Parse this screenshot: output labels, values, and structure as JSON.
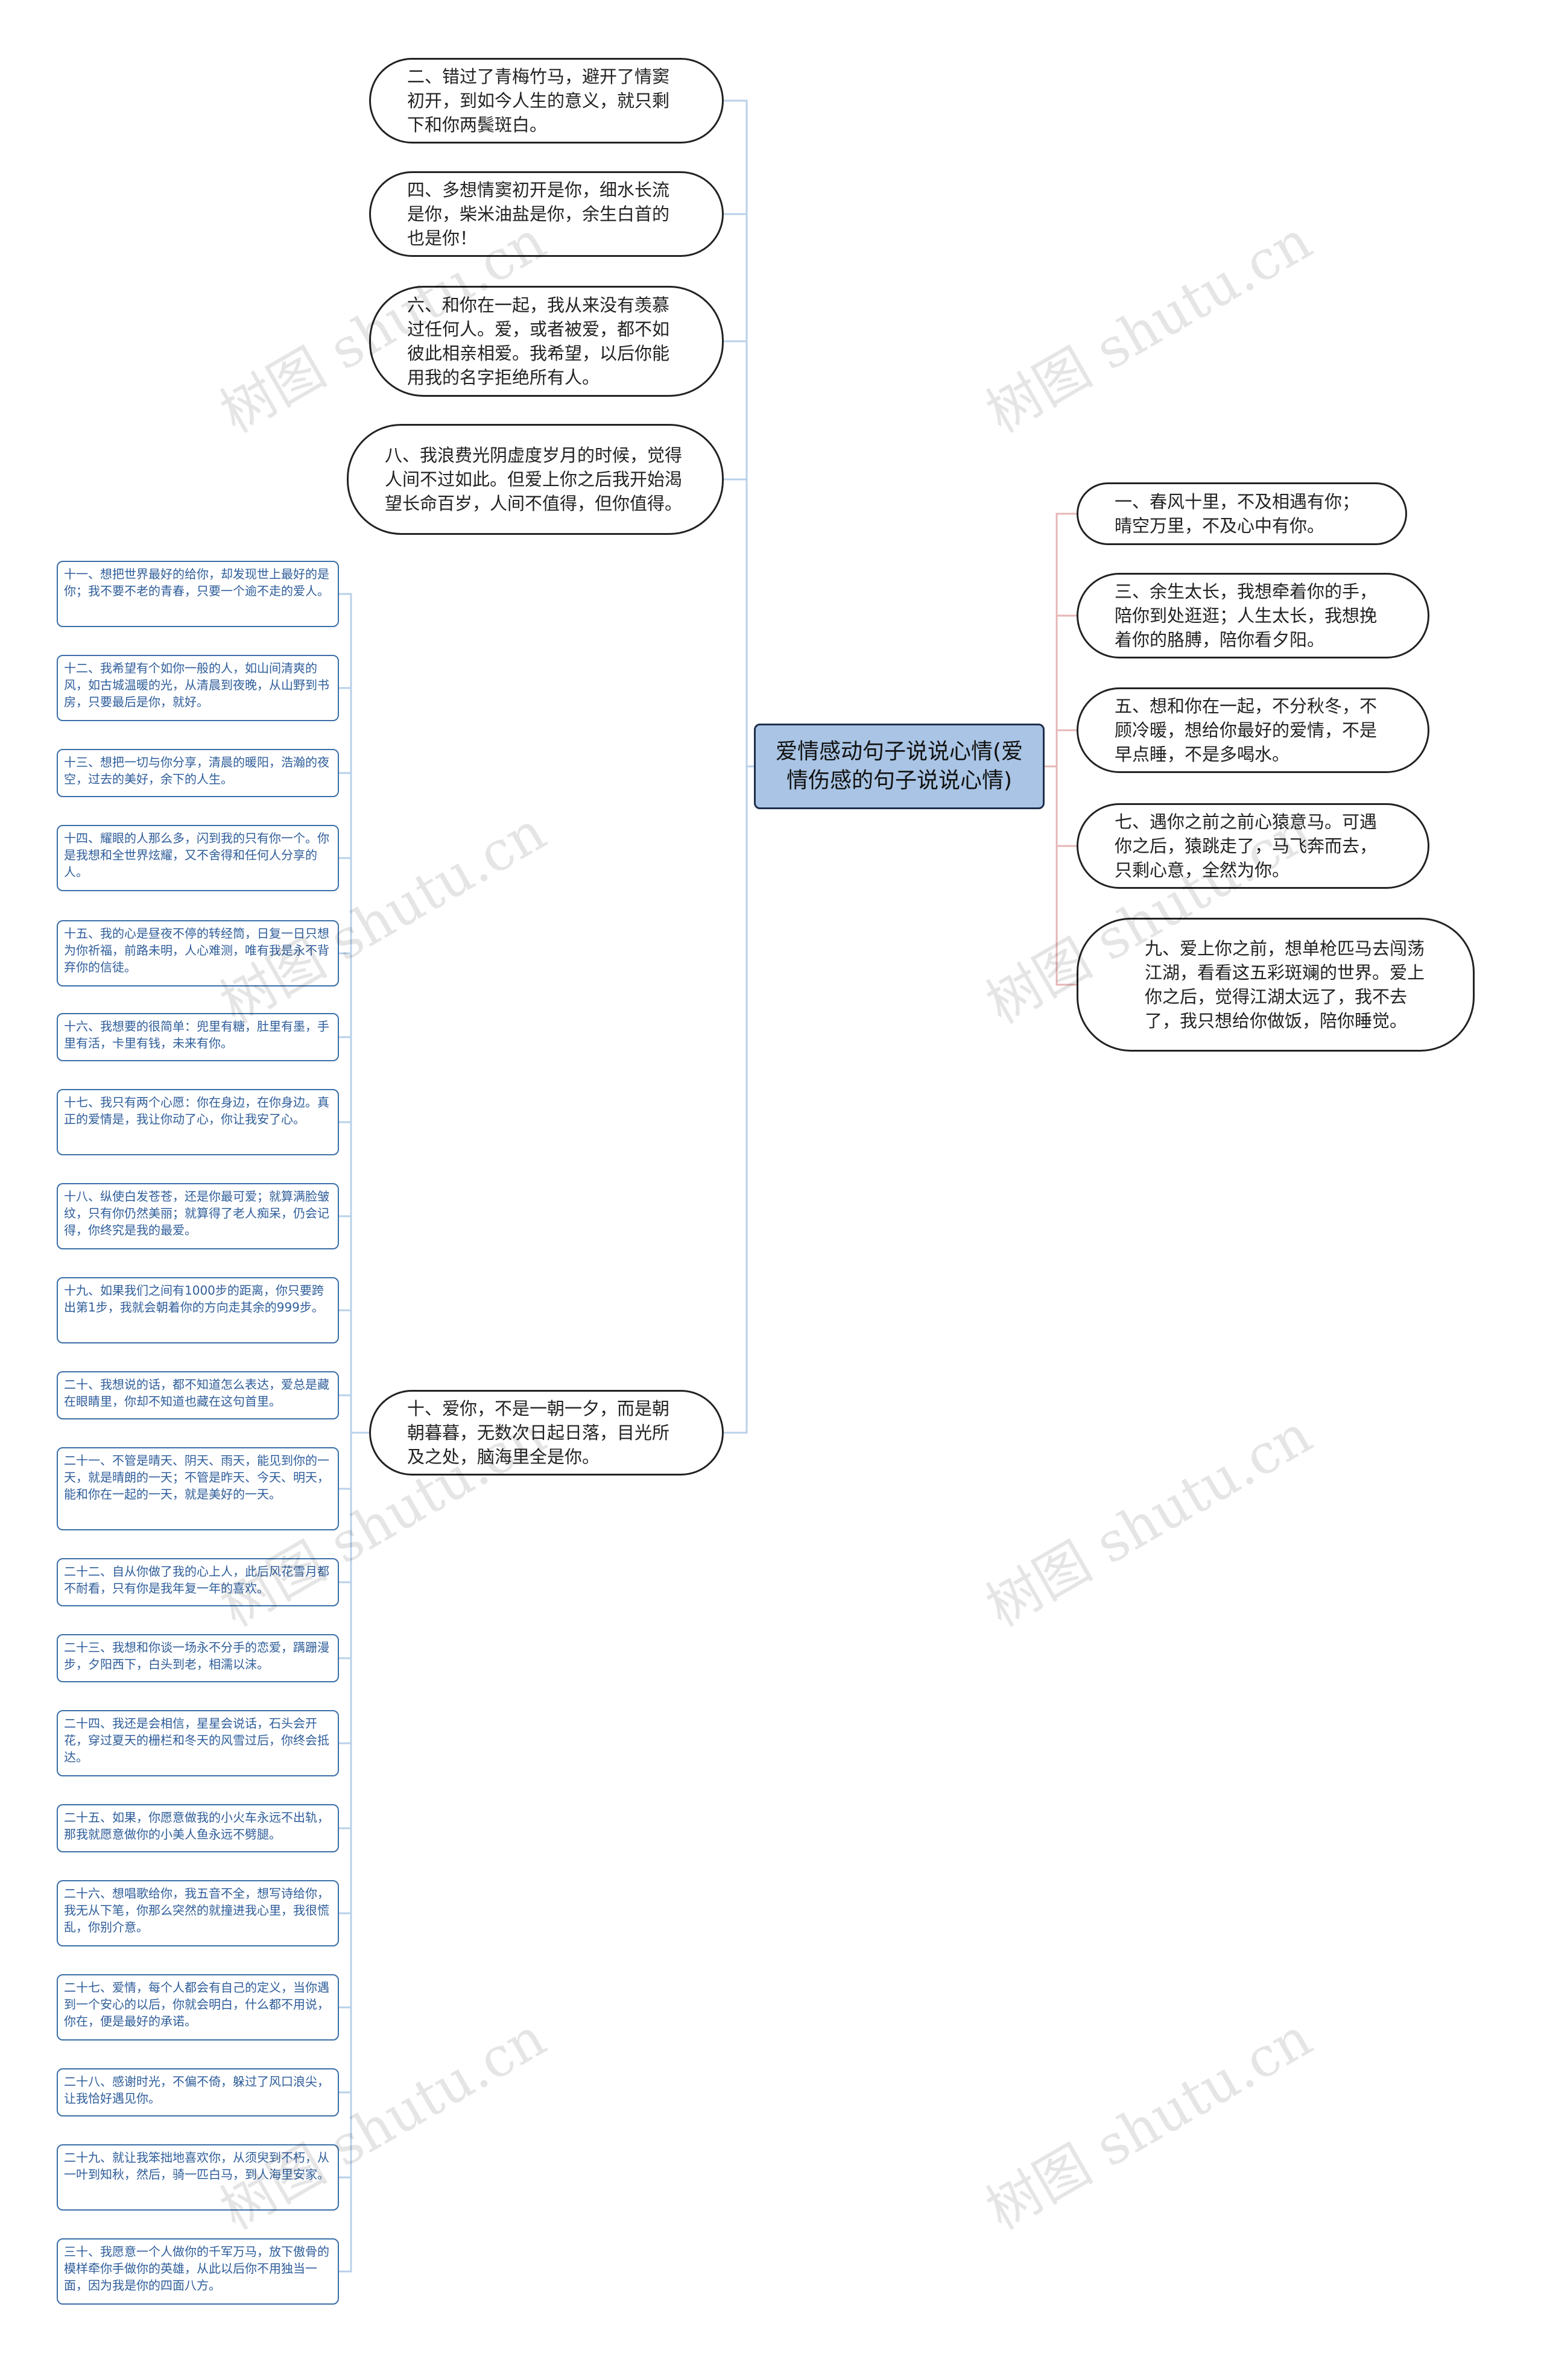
{
  "root": {
    "title": "爱情感动句子说说心情(爱情伤感的句子说说心情)"
  },
  "left_main": [
    {
      "text": "二、错过了青梅竹马，避开了情窦初开，到如今人生的意义，就只剩下和你两鬓斑白。"
    },
    {
      "text": "四、多想情窦初开是你，细水长流是你，柴米油盐是你，余生白首的也是你！"
    },
    {
      "text": "六、和你在一起，我从来没有羡慕过任何人。爱，或者被爱，都不如彼此相亲相爱。我希望，以后你能用我的名字拒绝所有人。"
    },
    {
      "text": "八、我浪费光阴虚度岁月的时候，觉得人间不过如此。但爱上你之后我开始渴望长命百岁，人间不值得，但你值得。"
    },
    {
      "text": "十、爱你，不是一朝一夕，而是朝朝暮暮，无数次日起日落，目光所及之处，脑海里全是你。"
    }
  ],
  "right_main": [
    {
      "text": "一、春风十里，不及相遇有你；晴空万里，不及心中有你。"
    },
    {
      "text": "三、余生太长，我想牵着你的手，陪你到处逛逛；人生太长，我想挽着你的胳膊，陪你看夕阳。"
    },
    {
      "text": "五、想和你在一起，不分秋冬，不顾冷暖，想给你最好的爱情，不是早点睡，不是多喝水。"
    },
    {
      "text": "七、遇你之前之前心猿意马。可遇你之后，猿跳走了，马飞奔而去，只剩心意，全然为你。"
    },
    {
      "text": "九、爱上你之前，想单枪匹马去闯荡江湖，看看这五彩斑斓的世界。爱上你之后，觉得江湖太远了，我不去了，我只想给你做饭，陪你睡觉。"
    }
  ],
  "leaves": [
    {
      "text": "十一、想把世界最好的给你，却发现世上最好的是你；我不要不老的青春，只要一个逾不走的爱人。"
    },
    {
      "text": "十二、我希望有个如你一般的人，如山间清爽的风，如古城温暖的光，从清晨到夜晚，从山野到书房，只要最后是你，就好。"
    },
    {
      "text": "十三、想把一切与你分享，清晨的暖阳，浩瀚的夜空，过去的美好，余下的人生。"
    },
    {
      "text": "十四、耀眼的人那么多，闪到我的只有你一个。你是我想和全世界炫耀，又不舍得和任何人分享的人。"
    },
    {
      "text": "十五、我的心是昼夜不停的转经筒，日复一日只想为你祈福，前路未明，人心难测，唯有我是永不背弃你的信徒。"
    },
    {
      "text": "十六、我想要的很简单：兜里有糖，肚里有墨，手里有活，卡里有钱，未来有你。"
    },
    {
      "text": "十七、我只有两个心愿：你在身边，在你身边。真正的爱情是，我让你动了心，你让我安了心。"
    },
    {
      "text": "十八、纵使白发苍苍，还是你最可爱；就算满脸皱纹，只有你仍然美丽；就算得了老人痴呆，仍会记得，你终究是我的最爱。"
    },
    {
      "text": "十九、如果我们之间有1000步的距离，你只要跨出第1步，我就会朝着你的方向走其余的999步。"
    },
    {
      "text": "二十、我想说的话，都不知道怎么表达，爱总是藏在眼睛里，你却不知道也藏在这句首里。"
    },
    {
      "text": "二十一、不管是晴天、阴天、雨天，能见到你的一天，就是晴朗的一天；不管是昨天、今天、明天，能和你在一起的一天，就是美好的一天。"
    },
    {
      "text": "二十二、自从你做了我的心上人，此后风花雪月都不耐看，只有你是我年复一年的喜欢。"
    },
    {
      "text": "二十三、我想和你谈一场永不分手的恋爱，蹒跚漫步，夕阳西下，白头到老，相濡以沫。"
    },
    {
      "text": "二十四、我还是会相信，星星会说话，石头会开花，穿过夏天的栅栏和冬天的风雪过后，你终会抵达。"
    },
    {
      "text": "二十五、如果，你愿意做我的小火车永远不出轨，那我就愿意做你的小美人鱼永远不劈腿。"
    },
    {
      "text": "二十六、想唱歌给你，我五音不全，想写诗给你，我无从下笔，你那么突然的就撞进我心里，我很慌乱，你别介意。"
    },
    {
      "text": "二十七、爱情，每个人都会有自己的定义，当你遇到一个安心的以后，你就会明白，什么都不用说，你在，便是最好的承诺。"
    },
    {
      "text": "二十八、感谢时光，不偏不倚，躲过了风口浪尖，让我恰好遇见你。"
    },
    {
      "text": "二十九、就让我笨拙地喜欢你，从须臾到不朽，从一叶到知秋，然后，骑一匹白马，到人海里安家。"
    },
    {
      "text": "三十、我愿意一个人做你的千军万马，放下傲骨的模样牵你手做你的英雄，从此以后你不用独当一面，因为我是你的四面八方。"
    }
  ],
  "watermark": {
    "text": "树图 shutu.cn"
  },
  "colors": {
    "root_fill": "#a9c4e4",
    "left_wire": "#b8d0ea",
    "right_wire": "#e6b6b6",
    "leaf_text": "#2e5d9a"
  }
}
